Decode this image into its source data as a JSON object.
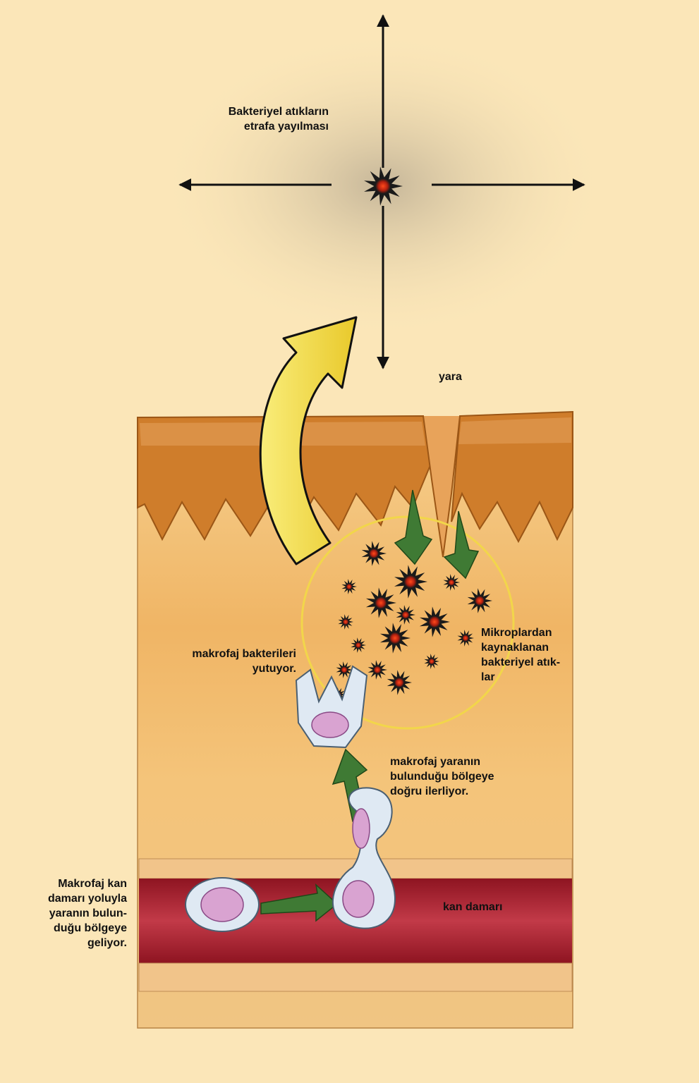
{
  "labels": {
    "spread": [
      "Bakteriyel atıkların",
      "etrafa yayılması"
    ],
    "wound": [
      "yara"
    ],
    "microbe_waste": [
      "Mikroplardan",
      "kaynaklanan",
      "bakteriyel atık-",
      "lar"
    ],
    "engulf": [
      "makrofaj bakterileri",
      "yutuyor."
    ],
    "migrate": [
      "makrofaj yaranın",
      "bulunduğu bölgeye",
      "doğru ilerliyor."
    ],
    "vessel_travel": [
      "Makrofaj kan",
      "damarı yoluyla",
      "yaranın bulun-",
      "duğu bölgeye",
      "geliyor."
    ],
    "vessel": [
      "kan damarı"
    ]
  },
  "colors": {
    "background": "#fbe6b8",
    "dermis": "#f2b964",
    "epidermis": "#c8731f",
    "vessel": "#a81d2c",
    "curved_arrow": "#f5e04a",
    "green_arrow": "#3f7a34",
    "bacteria": "#1a1a1a",
    "bacteria_core": "#e0321a",
    "macrophage": "#dfe9f3",
    "nucleus": "#d9a3d1"
  }
}
